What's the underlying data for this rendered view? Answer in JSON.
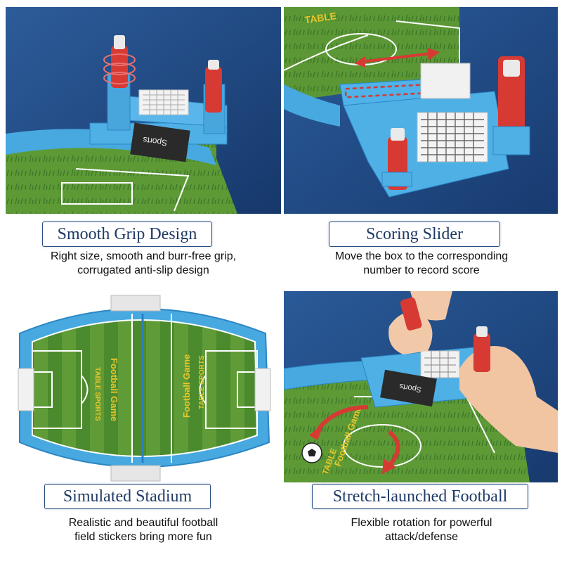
{
  "panels": [
    {
      "title": "Smooth Grip Design",
      "lines": [
        "Right size, smooth and burr-free grip,",
        "corrugated anti-slip design"
      ],
      "sign_text": "Sports"
    },
    {
      "title": "Scoring Slider",
      "lines": [
        "Move the box to the corresponding",
        "number to record score"
      ],
      "sign_text": "TABLE"
    },
    {
      "title": "Simulated Stadium",
      "lines": [
        "Realistic and beautiful football",
        "field stickers bring more fun"
      ],
      "sign_text_1": "Football Game",
      "sign_text_2": "TABLE SPORTS"
    },
    {
      "title": "Stretch-launched Football",
      "lines": [
        "Flexible rotation for powerful",
        "attack/defense"
      ],
      "sign_text": "Sports",
      "sign_text_2": "Football Game",
      "sign_text_3": "TABLE"
    }
  ],
  "colors": {
    "background_dark": "#1f4a86",
    "frame_blue": "#47a9e0",
    "grass_dark": "#3f7a2a",
    "grass_light": "#6aa63e",
    "red": "#d63a33",
    "label_border": "#2b4d82"
  }
}
